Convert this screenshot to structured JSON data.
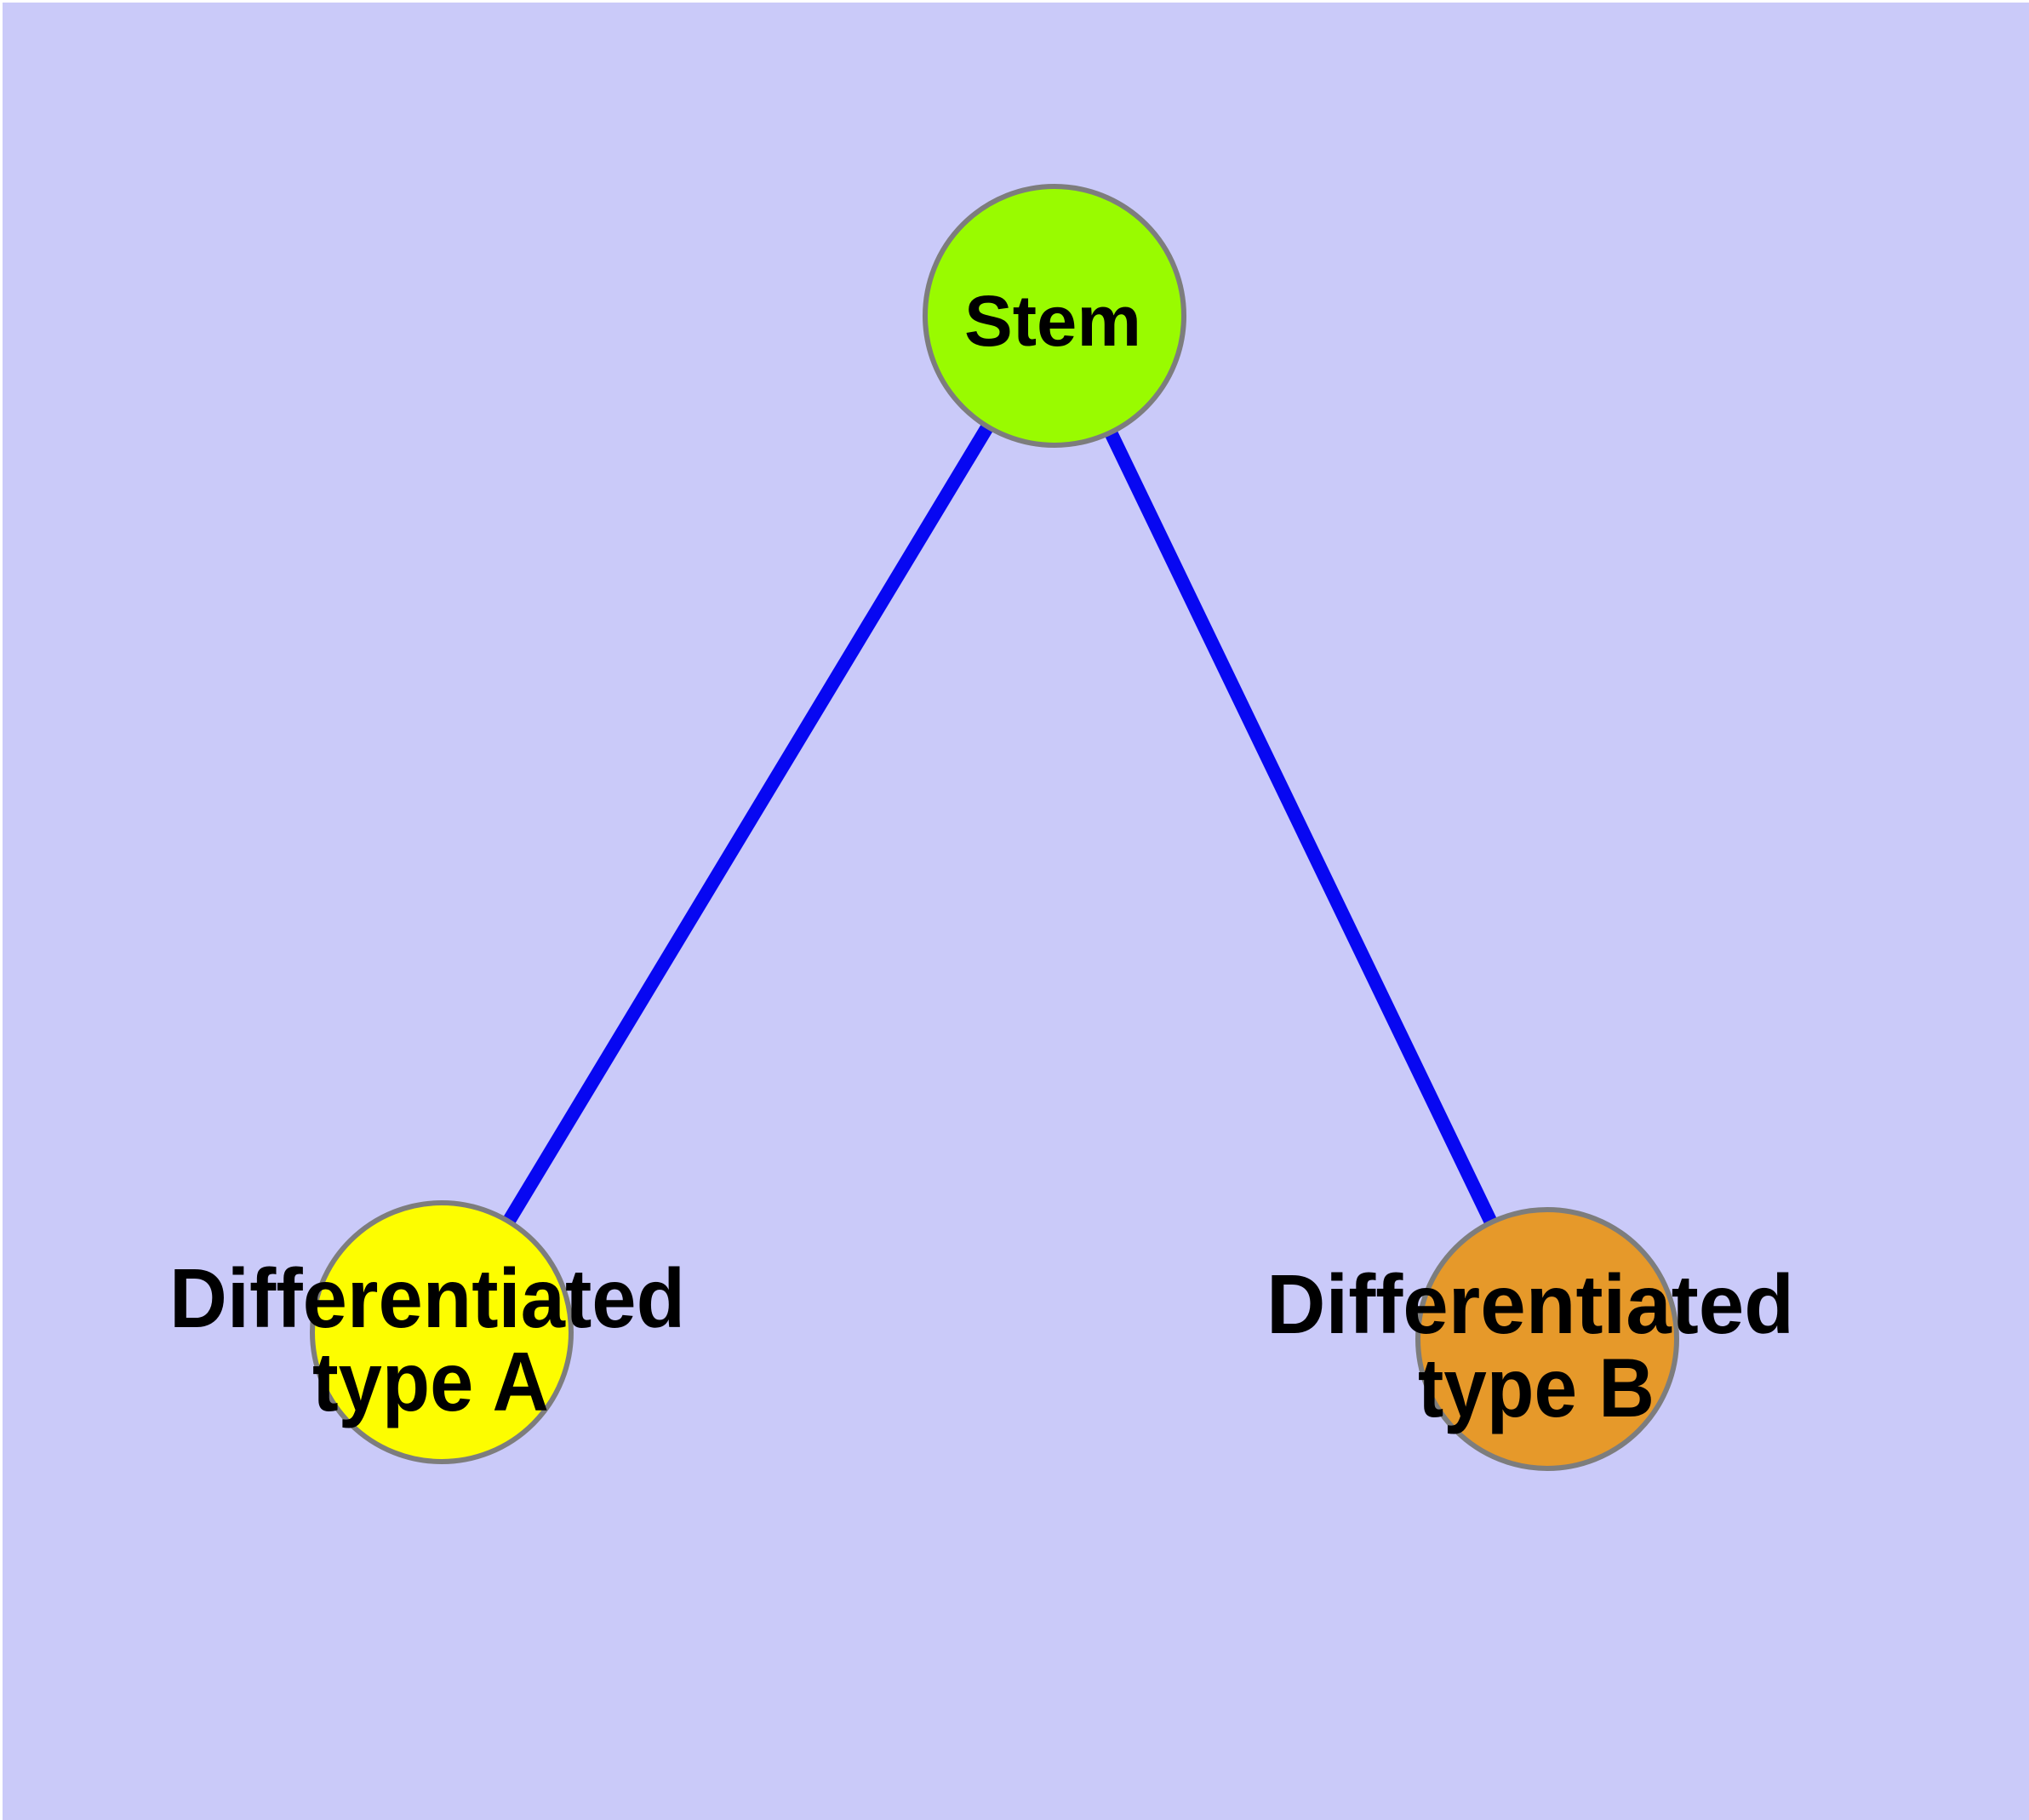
{
  "diagram": {
    "type": "node-link-graph",
    "description": "Cell differentiation tree: a stem node with two differentiated child types",
    "colors": {
      "background": "#cacaf9",
      "frame_edge": "#ffffff",
      "edge_line": "#0707f2",
      "node_border": "#7d7d7d",
      "label_text": "#000000"
    },
    "nodes": {
      "stem": {
        "label": "Stem",
        "fill": "#99fb00"
      },
      "type_a": {
        "label_line1": "Differentiated",
        "label_line2": "type A",
        "fill": "#fdfd00"
      },
      "type_b": {
        "label_line1": "Differentiated",
        "label_line2": "type B",
        "fill": "#e6992a"
      }
    },
    "edges": [
      {
        "from": "Stem",
        "to": "Differentiated type A"
      },
      {
        "from": "Stem",
        "to": "Differentiated type B"
      }
    ]
  }
}
